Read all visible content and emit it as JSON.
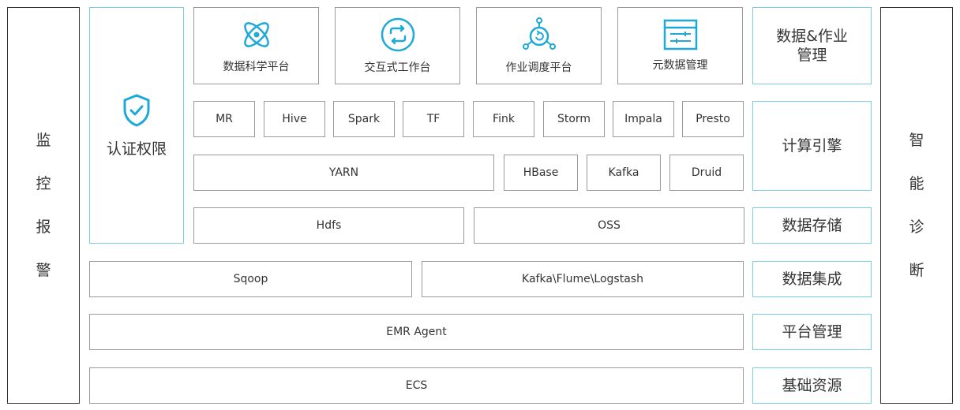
{
  "left_panel": {
    "chars": [
      "监",
      "控",
      "报",
      "警"
    ]
  },
  "right_panel": {
    "chars": [
      "智",
      "能",
      "诊",
      "断"
    ]
  },
  "auth": {
    "label": "认证权限",
    "icon": "shield-check-icon"
  },
  "platforms": [
    {
      "label": "数据科学平台",
      "icon": "atom-icon"
    },
    {
      "label": "交互式工作台",
      "icon": "sync-icon"
    },
    {
      "label": "作业调度平台",
      "icon": "scheduler-icon"
    },
    {
      "label": "元数据管理",
      "icon": "metadata-icon"
    }
  ],
  "engines": [
    "MR",
    "Hive",
    "Spark",
    "TF",
    "Fink",
    "Storm",
    "Impala",
    "Presto"
  ],
  "resource": {
    "yarn": "YARN",
    "others": [
      "HBase",
      "Kafka",
      "Druid"
    ]
  },
  "storage": [
    "Hdfs",
    "OSS"
  ],
  "integration": [
    "Sqoop",
    "Kafka\\Flume\\Logstash"
  ],
  "platform_mgmt": "EMR Agent",
  "infra": "ECS",
  "categories": {
    "data_job": "数据&作业\n管理",
    "compute": "计算引擎",
    "storage": "数据存储",
    "integration": "数据集成",
    "platform": "平台管理",
    "infra": "基础资源"
  },
  "colors": {
    "accent": "#1fa9d8",
    "border_blue": "#7ccce6",
    "border_gray": "#9a9a9a"
  }
}
